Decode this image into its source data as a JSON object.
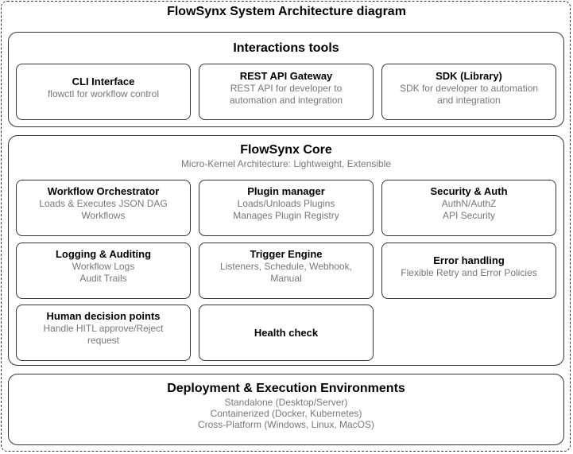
{
  "title": "FlowSynx System Architecture diagram",
  "interactions": {
    "title": "Interactions tools",
    "boxes": [
      {
        "name": "CLI Interface",
        "desc": "flowctl for workflow control"
      },
      {
        "name": "REST API Gateway",
        "desc": "REST API for developer to automation and integration"
      },
      {
        "name": "SDK (Library)",
        "desc": "SDK for developer to automation and integration"
      }
    ]
  },
  "core": {
    "title": "FlowSynx Core",
    "subtitle": "Micro-Kernel Architecture: Lightweight, Extensible",
    "boxes": [
      {
        "name": "Workflow Orchestrator",
        "desc": "Loads & Executes JSON DAG Workflows"
      },
      {
        "name": "Plugin manager",
        "desc_lines": [
          "Loads/Unloads Plugins",
          "Manages Plugin Registry"
        ]
      },
      {
        "name": "Security & Auth",
        "desc_lines": [
          "AuthN/AuthZ",
          "API Security"
        ]
      },
      {
        "name": "Logging & Auditing",
        "desc_lines": [
          "Workflow Logs",
          "Audit Trails"
        ]
      },
      {
        "name": "Trigger Engine",
        "desc": "Listeners, Schedule, Webhook, Manual"
      },
      {
        "name": "Error handling",
        "desc": "Flexible Retry and Error Policies"
      },
      {
        "name": "Human decision points",
        "desc": "Handle HITL approve/Reject request"
      },
      {
        "name": "Health check"
      }
    ]
  },
  "deployment": {
    "title": "Deployment & Execution Environments",
    "lines": [
      "Standalone (Desktop/Server)",
      "Containerized (Docker, Kubernetes)",
      "Cross-Platform (Windows, Linux, MacOS)"
    ]
  }
}
